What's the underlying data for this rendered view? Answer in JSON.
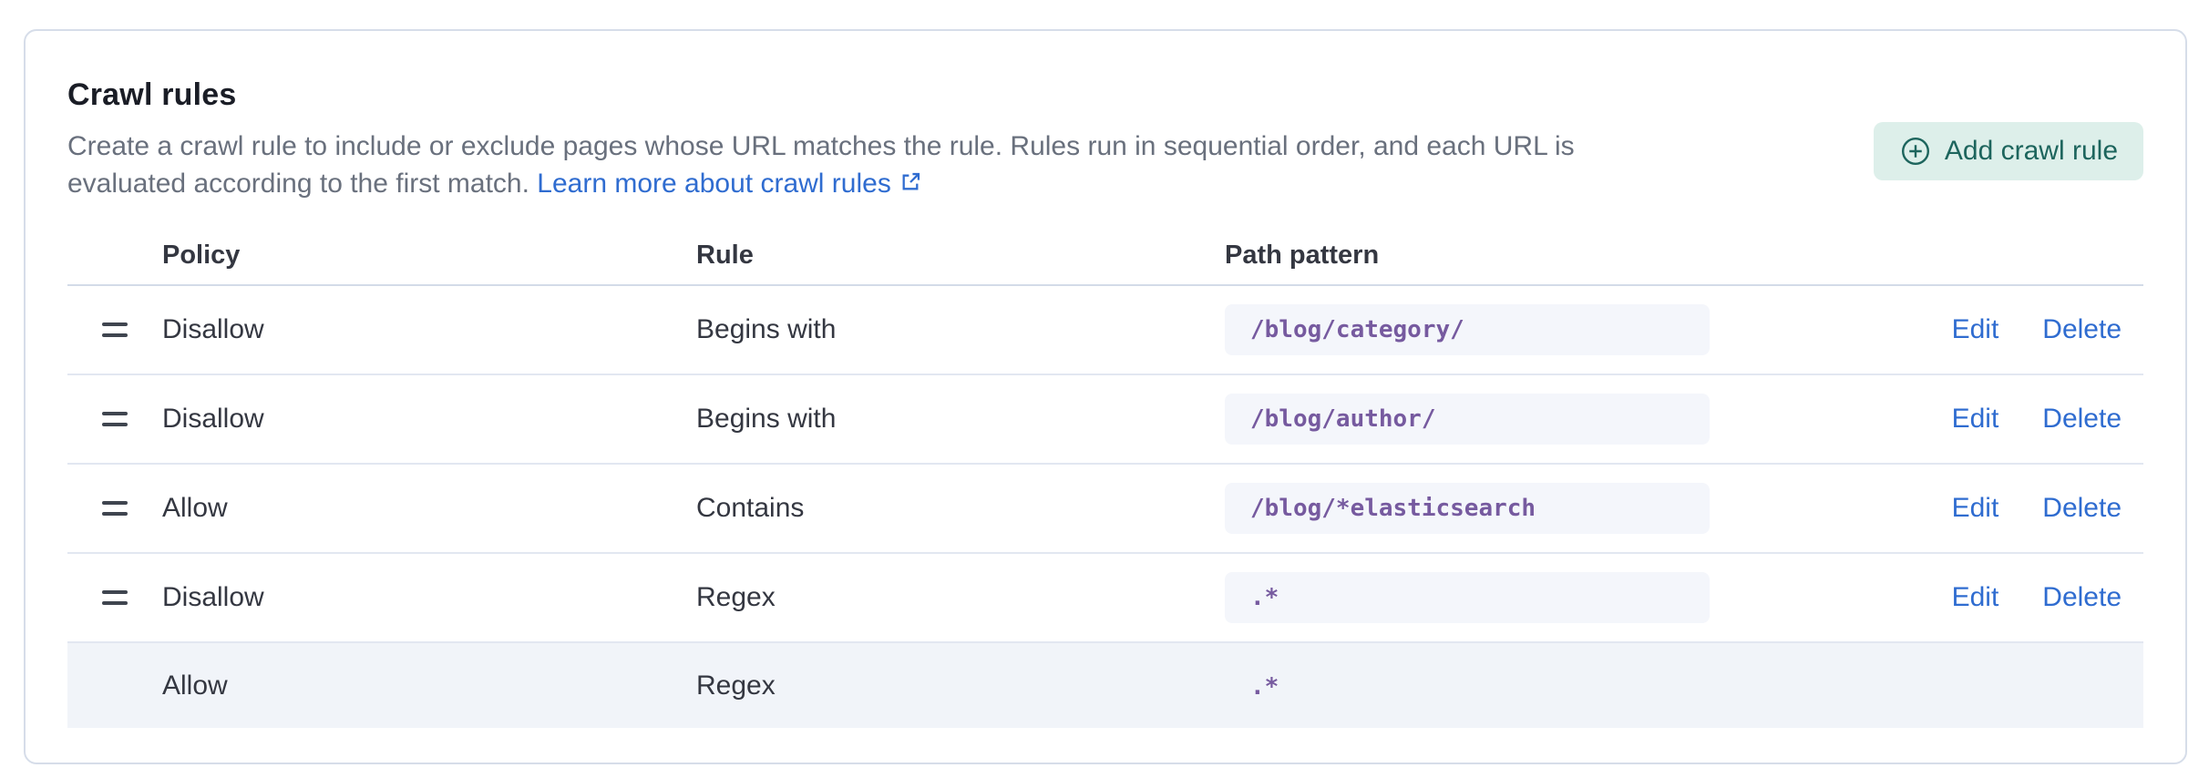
{
  "header": {
    "title": "Crawl rules",
    "description": "Create a crawl rule to include or exclude pages whose URL matches the rule. Rules run in sequential order, and each URL is evaluated according to the first match.",
    "learn_more_link": "Learn more about crawl rules",
    "add_button": "Add crawl rule"
  },
  "table": {
    "headers": [
      "Policy",
      "Rule",
      "Path pattern"
    ],
    "action_labels": {
      "edit": "Edit",
      "delete": "Delete"
    },
    "rows": [
      {
        "policy": "Disallow",
        "rule": "Begins with",
        "path_pattern": "/blog/category/",
        "draggable": true,
        "has_actions": true,
        "is_default": false
      },
      {
        "policy": "Disallow",
        "rule": "Begins with",
        "path_pattern": "/blog/author/",
        "draggable": true,
        "has_actions": true,
        "is_default": false
      },
      {
        "policy": "Allow",
        "rule": "Contains",
        "path_pattern": "/blog/*elasticsearch",
        "draggable": true,
        "has_actions": true,
        "is_default": false
      },
      {
        "policy": "Disallow",
        "rule": "Regex",
        "path_pattern": ".*",
        "draggable": true,
        "has_actions": true,
        "is_default": false
      },
      {
        "policy": "Allow",
        "rule": "Regex",
        "path_pattern": ".*",
        "draggable": false,
        "has_actions": false,
        "is_default": true
      }
    ]
  },
  "colors": {
    "accent_button_bg": "#ddefea",
    "accent_button_text": "#1d655d",
    "link_blue": "#2f6cd0",
    "code_purple": "#765a9f",
    "code_badge_bg": "#f4f6fb",
    "default_row_bg": "#f1f4f9",
    "text_primary": "#343741",
    "text_subdued": "#69707d",
    "panel_border": "#d6dde9"
  }
}
